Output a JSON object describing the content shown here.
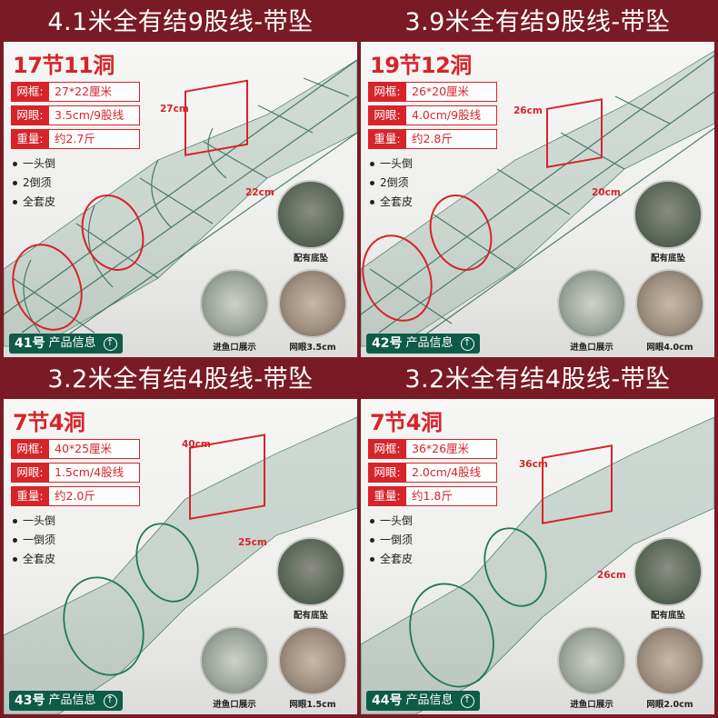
{
  "panels": [
    {
      "title": "4.1米全有结9股线-带坠",
      "sections": "17节11洞",
      "specs": [
        {
          "key": "网框:",
          "value": "27*22厘米"
        },
        {
          "key": "网眼:",
          "value": "3.5cm/9股线"
        },
        {
          "key": "重量:",
          "value": "约2.7斤"
        }
      ],
      "features": [
        "一头倒",
        "2倒须",
        "全套皮"
      ],
      "dim_width": "27cm",
      "dim_height": "22cm",
      "circle_labels": [
        "配有底坠",
        "进鱼口展示",
        "网眼3.5cm"
      ],
      "badge_number": "41号",
      "badge_text": "产品信息"
    },
    {
      "title": "3.9米全有结9股线-带坠",
      "sections": "19节12洞",
      "specs": [
        {
          "key": "网框:",
          "value": "26*20厘米"
        },
        {
          "key": "网眼:",
          "value": "4.0cm/9股线"
        },
        {
          "key": "重量:",
          "value": "约2.8斤"
        }
      ],
      "features": [
        "一头倒",
        "2倒须",
        "全套皮"
      ],
      "dim_width": "26cm",
      "dim_height": "20cm",
      "circle_labels": [
        "配有底坠",
        "进鱼口展示",
        "网眼4.0cm"
      ],
      "badge_number": "42号",
      "badge_text": "产品信息"
    },
    {
      "title": "3.2米全有结4股线-带坠",
      "sections": "7节4洞",
      "specs": [
        {
          "key": "网框:",
          "value": "40*25厘米"
        },
        {
          "key": "网眼:",
          "value": "1.5cm/4股线"
        },
        {
          "key": "重量:",
          "value": "约2.0斤"
        }
      ],
      "features": [
        "一头倒",
        "一倒须",
        "全套皮"
      ],
      "dim_width": "40cm",
      "dim_height": "25cm",
      "circle_labels": [
        "配有底坠",
        "进鱼口展示",
        "网眼1.5cm"
      ],
      "badge_number": "43号",
      "badge_text": "产品信息"
    },
    {
      "title": "3.2米全有结4股线-带坠",
      "sections": "7节4洞",
      "specs": [
        {
          "key": "网框:",
          "value": "36*26厘米"
        },
        {
          "key": "网眼:",
          "value": "2.0cm/4股线"
        },
        {
          "key": "重量:",
          "value": "约1.8斤"
        }
      ],
      "features": [
        "一头倒",
        "一倒须",
        "全套皮"
      ],
      "dim_width": "36cm",
      "dim_height": "26cm",
      "circle_labels": [
        "配有底坠",
        "进鱼口展示",
        "网眼2.0cm"
      ],
      "badge_number": "44号",
      "badge_text": "产品信息"
    }
  ],
  "icons": {
    "badge_arrow": "arrow-up-circle-icon"
  },
  "colors": {
    "background": "#7a1a24",
    "accent_red": "#d7242a",
    "badge_green": "#0e5b47",
    "net_green": "#2f6b4f"
  }
}
